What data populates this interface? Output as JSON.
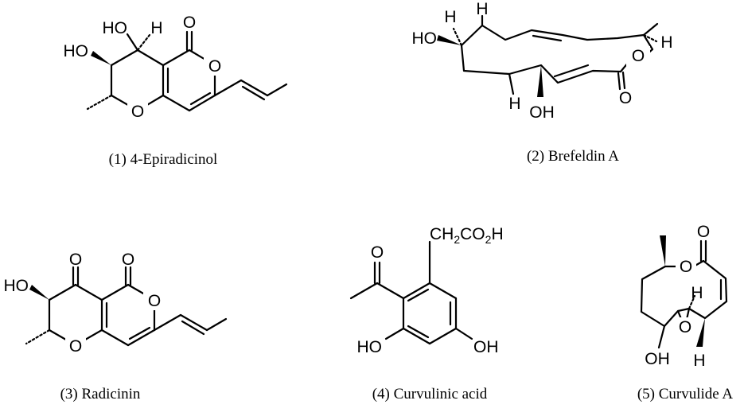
{
  "compounds": [
    {
      "caption": "(1) 4-Epiradicinol",
      "labels": {
        "ho_top": "HO",
        "ho_left": "HO",
        "h": "H",
        "o_carbonyl": "O",
        "o_ring": "O",
        "o_pyran": "O"
      }
    },
    {
      "caption": "(2) Brefeldin A",
      "labels": {
        "ho": "HO",
        "h1": "H",
        "h2": "H",
        "h3": "H",
        "h4": "H",
        "o_lactone": "O",
        "o_carbonyl": "O",
        "oh": "OH"
      }
    },
    {
      "caption": "(3) Radicinin",
      "labels": {
        "ho": "HO",
        "o_ketone": "O",
        "o_carbonyl": "O",
        "o_ring": "O",
        "o_pyran": "O"
      }
    },
    {
      "caption": "(4) Curvulinic acid",
      "labels": {
        "o_acetyl": "O",
        "side_chain": "CH2CO2H",
        "ho": "HO",
        "oh": "OH"
      }
    },
    {
      "caption": "(5) Curvulide A",
      "labels": {
        "o_carbonyl": "O",
        "o_lactone": "O",
        "h1": "H",
        "o_epoxide": "O",
        "oh": "OH",
        "h2": "H"
      }
    }
  ]
}
